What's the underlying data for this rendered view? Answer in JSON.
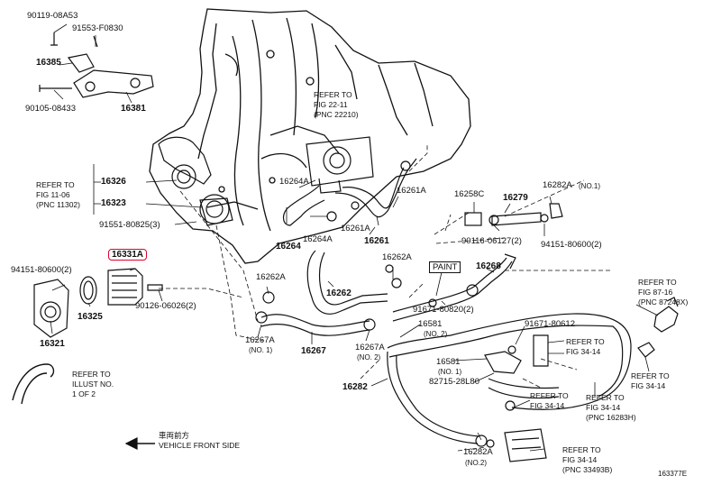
{
  "labels": {
    "p90119": "90119-08A53",
    "p91553": "91553-F0830",
    "p16385": "16385",
    "p90105": "90105-08433",
    "p16381": "16381",
    "ref22_l1": "REFER TO",
    "ref22_l2": "FIG 22-11",
    "ref22_l3": "(PNC 22210)",
    "ref11_l1": "REFER TO",
    "ref11_l2": "FIG 11-06",
    "ref11_l3": "(PNC 11302)",
    "p16326": "16326",
    "p16323": "16323",
    "p91551": "91551-80825(3)",
    "p16264a_1": "16264A",
    "p16264": "16264",
    "p16264a_2": "16264A",
    "p16261a_1": "16261A",
    "p16261a_2": "16261A",
    "p16261": "16261",
    "p16258c": "16258C",
    "p16279": "16279",
    "p16282a_no1": "16282A",
    "p16282a_no1_sub": "(NO.1)",
    "p90116": "90116-06127(2)",
    "p94151_r": "94151-80600(2)",
    "p94151_l": "94151-80600(2)",
    "p16331a": "16331A",
    "p16262a_1": "16262A",
    "p16262a_2": "16262A",
    "p16262": "16262",
    "paint": "PAINT",
    "p16268": "16268",
    "p16325": "16325",
    "p90126": "90126-06026(2)",
    "p16321": "16321",
    "p16267a_1": "16267A",
    "p16267a_1_sub": "(NO. 1)",
    "p16267": "16267",
    "p16267a_2": "16267A",
    "p16267a_2_sub": "(NO. 2)",
    "p91671_80820": "91671-80820(2)",
    "p16581_a": "16581",
    "p16581_a_sub": "(NO. 2)",
    "p91671_80612": "91671-80612",
    "p16581_b": "16581",
    "p16581_b_sub": "(NO. 1)",
    "p82715": "82715-28L80",
    "p16282": "16282",
    "ref8716_l1": "REFER TO",
    "ref8716_l2": "FIG 87-16",
    "ref8716_l3": "(PNC 87248X)",
    "ref3414a_l1": "REFER TO",
    "ref3414a_l2": "FIG 34-14",
    "ref3414b_l1": "REFER TO",
    "ref3414b_l2": "FIG 34-14",
    "ref3414c_l1": "REFER TO",
    "ref3414c_l2": "FIG 34-14",
    "ref3414c_l3": "(PNC 16283H)",
    "ref3414d_l1": "REFER TO",
    "ref3414d_l2": "FIG 34-14",
    "ref3414e_l1": "REFER TO",
    "ref3414e_l2": "FIG 34-14",
    "ref3414e_l3": "(PNC 33493B)",
    "p16282a_no2": "16282A",
    "p16282a_no2_sub": "(NO.2)",
    "illust_l1": "REFER TO",
    "illust_l2": "ILLUST NO.",
    "illust_l3": "1 OF 2",
    "front_jp": "車両前方",
    "front_en": "VEHICLE FRONT SIDE",
    "fig_id": "163377E"
  }
}
